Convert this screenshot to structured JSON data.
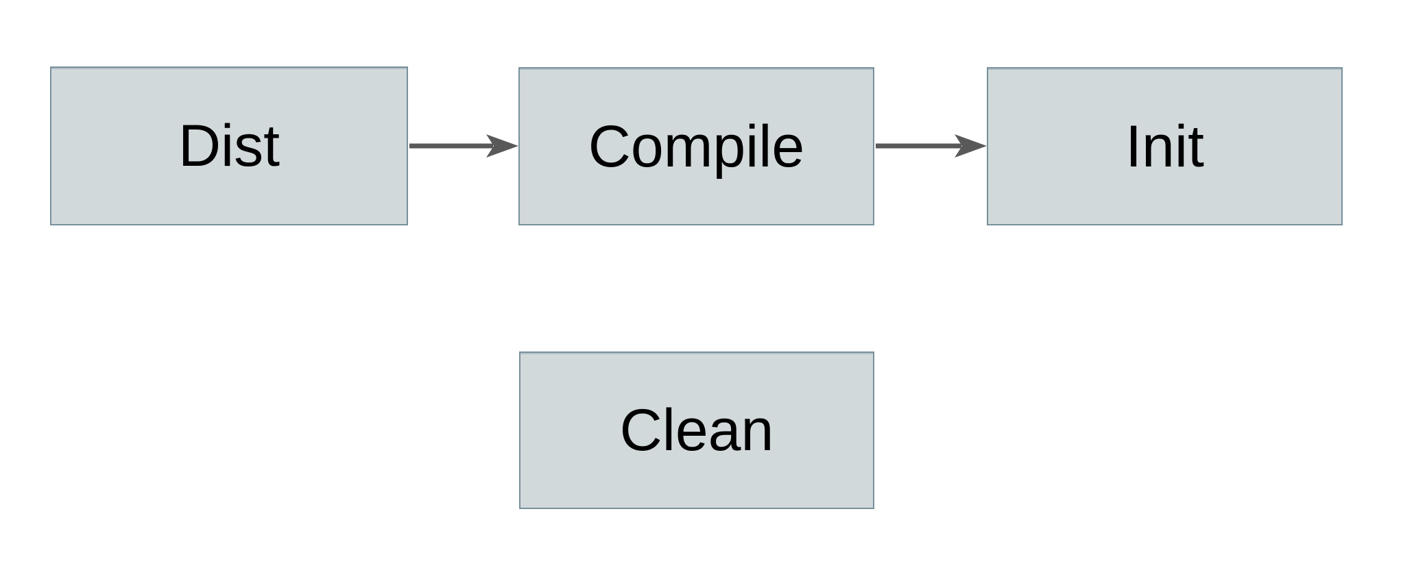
{
  "diagram": {
    "colors": {
      "canvas_bg": "#ffffff",
      "node_fill": "#d2d9db",
      "node_border": "#78909c",
      "text_color": "#000000",
      "arrow_color": "#595959"
    },
    "nodes": [
      {
        "id": "dist",
        "label": "Dist"
      },
      {
        "id": "compile",
        "label": "Compile"
      },
      {
        "id": "init",
        "label": "Init"
      },
      {
        "id": "clean",
        "label": "Clean"
      }
    ],
    "edges": [
      {
        "from": "Dist",
        "to": "Compile"
      },
      {
        "from": "Compile",
        "to": "Init"
      }
    ]
  }
}
